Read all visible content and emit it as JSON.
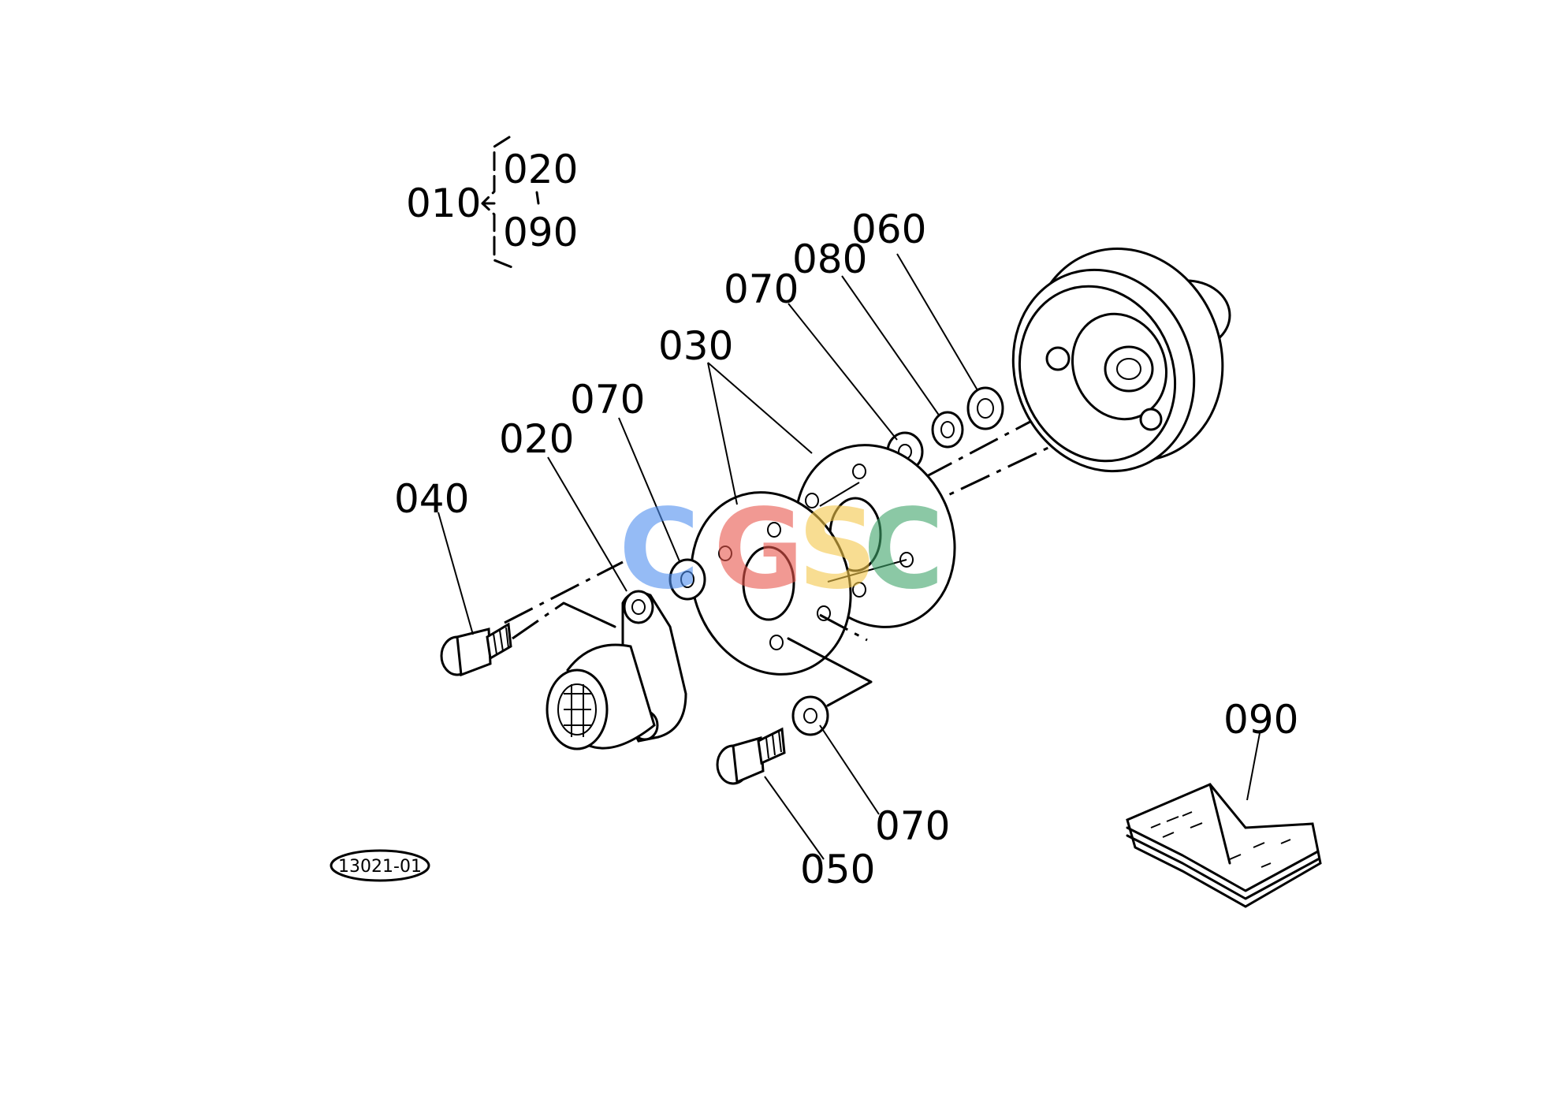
{
  "group": {
    "assembly": "010",
    "range_start": "020",
    "range_end": "090"
  },
  "callouts": {
    "c060": "060",
    "c080": "080",
    "c070_top": "070",
    "c030": "030",
    "c070_mid": "070",
    "c020": "020",
    "c040": "040",
    "c090": "090",
    "c070_bottom": "070",
    "c050": "050"
  },
  "reference_code": "13021-01",
  "watermark": {
    "letters": [
      "C",
      "G",
      "S",
      "C"
    ],
    "colors": [
      "#4f8ff0",
      "#e8564c",
      "#f5c84a",
      "#3fa46a"
    ]
  }
}
